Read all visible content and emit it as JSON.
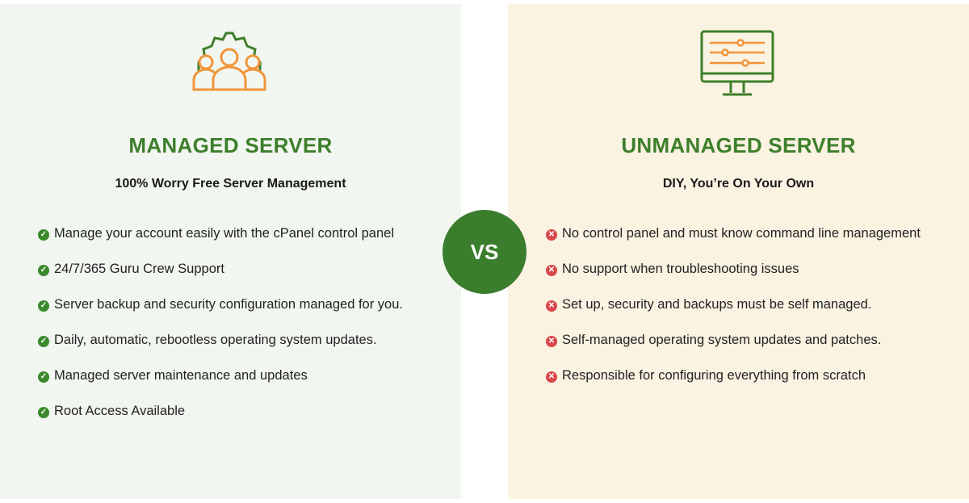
{
  "managed": {
    "title": "MANAGED SERVER",
    "subtitle": "100% Worry Free Server Management",
    "items": [
      "Manage your account easily with the cPanel control panel",
      "24/7/365 Guru Crew Support",
      "Server backup and security configuration managed for you.",
      "Daily, automatic, rebootless operating system updates.",
      "Managed server maintenance and updates",
      "Root Access Available"
    ]
  },
  "vs": "VS",
  "unmanaged": {
    "title": "UNMANAGED SERVER",
    "subtitle": "DIY, You’re On Your Own",
    "items": [
      "No control panel and must know command line management",
      "No support when troubleshooting issues",
      "Set up, security and backups must be self managed.",
      "Self-managed operating system updates and patches.",
      "Responsible for configuring everything from scratch"
    ]
  },
  "colors": {
    "green": "#3d7f2b",
    "orange": "#f0953a",
    "red": "#d9474c"
  }
}
